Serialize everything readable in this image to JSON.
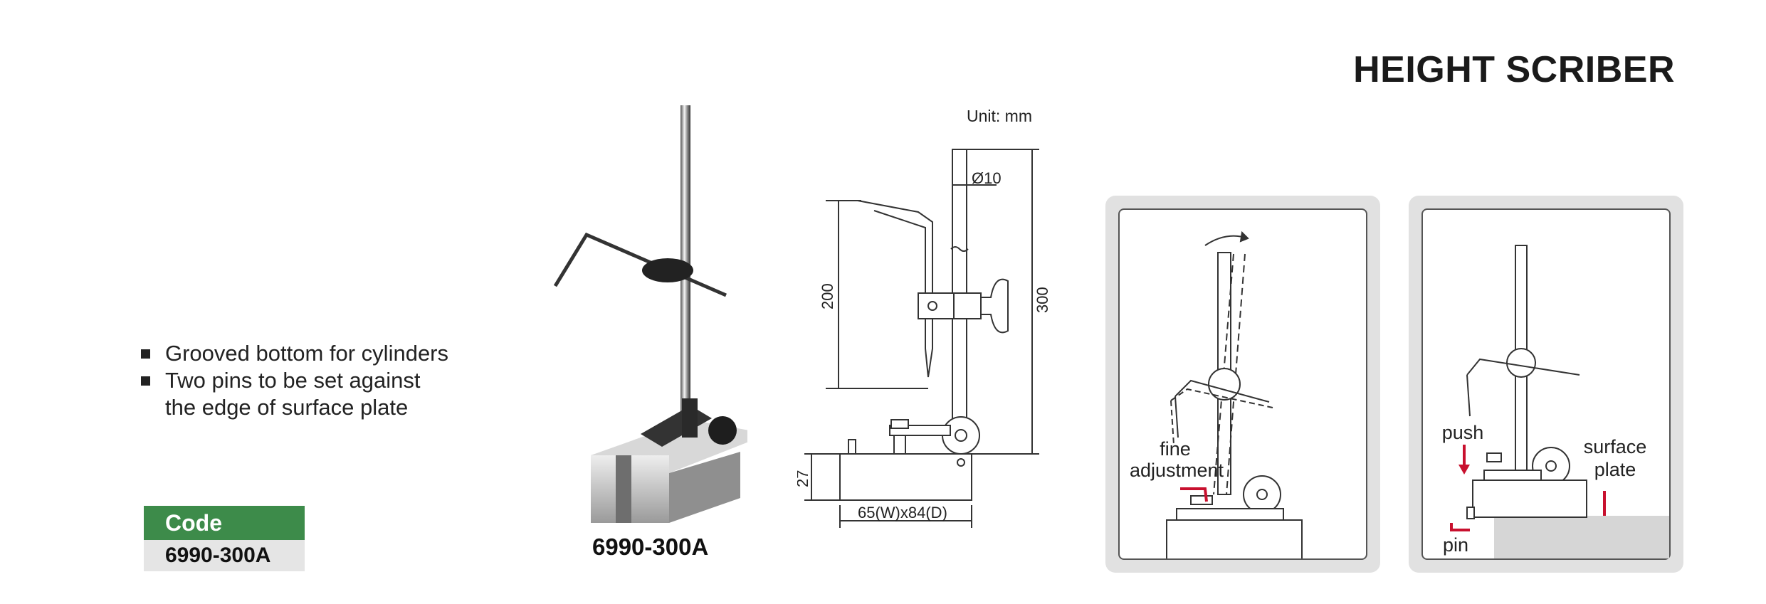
{
  "title": "HEIGHT SCRIBER",
  "features": [
    "Grooved bottom for cylinders",
    "Two pins to be set against",
    "the edge of surface plate"
  ],
  "code": {
    "label": "Code",
    "value": "6990-300A"
  },
  "model": "6990-300A",
  "drawing": {
    "unit": "Unit: mm",
    "diameter": "Ø10",
    "height_200": "200",
    "height_300": "300",
    "base_height": "27",
    "base_size": "65(W)x84(D)"
  },
  "panel1": {
    "label_line1": "fine",
    "label_line2": "adjustment"
  },
  "panel2": {
    "push": "push",
    "surface_line1": "surface",
    "surface_line2": "plate",
    "pin": "pin"
  },
  "colors": {
    "code_header": "#3d8b4a",
    "code_value_bg": "#e5e5e5",
    "panel_bg": "#e1e1e1",
    "accent_red": "#c8102e"
  }
}
